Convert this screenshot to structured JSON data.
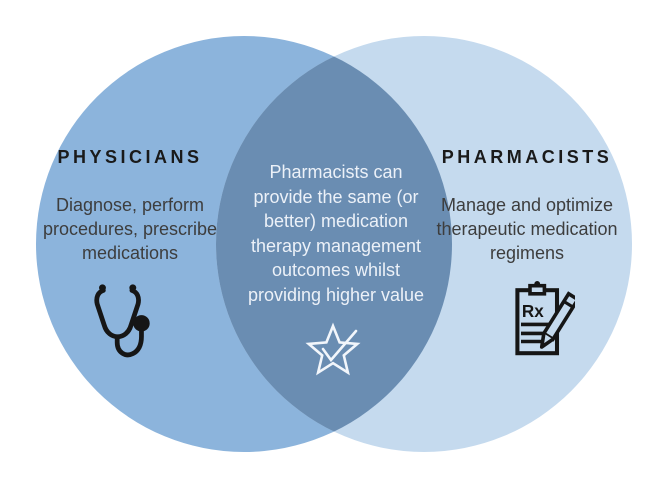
{
  "venn": {
    "background_color": "#FFFFFF",
    "title_color": "#1A1A1A",
    "body_text_color": "#3D3D3D",
    "icon_color": "#161616",
    "left": {
      "title": "PHYSICIANS",
      "description_lines": [
        "Diagnose, perform",
        "procedures, prescribe",
        "medications"
      ],
      "icon": "stethoscope-icon",
      "circle_color": "#8CB4DC"
    },
    "overlap": {
      "description_lines": [
        "Pharmacists can",
        "provide the same (or",
        "better) medication",
        "therapy management",
        "outcomes whilst",
        "providing higher value"
      ],
      "icon": "star-check-icon",
      "circle_color": "#6A8DB2",
      "text_color": "#ECF1F8"
    },
    "right": {
      "title": "PHARMACISTS",
      "description_lines": [
        "Manage and optimize",
        "therapeutic medication",
        "regimens"
      ],
      "icon": "prescription-clipboard-icon",
      "circle_color": "#C5DAEE",
      "clipboard_label": "Rx"
    }
  }
}
